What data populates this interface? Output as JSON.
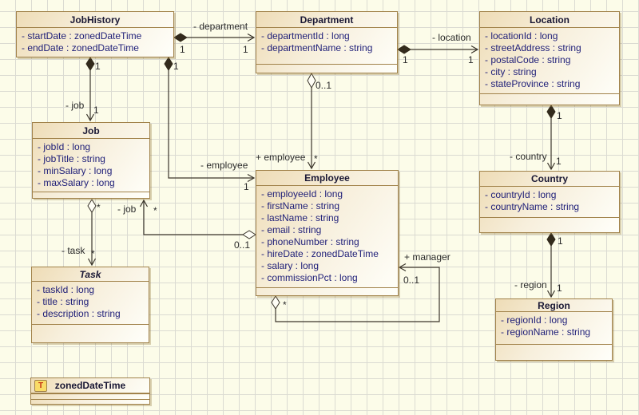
{
  "style": {
    "canvas_bg": "#fcfce9",
    "grid_line": "#dbdbd2",
    "box_border": "#a1824a",
    "box_fill_gradient_start": "#eedcb6",
    "box_fill_gradient_end": "#fffffa",
    "title_color": "#191734",
    "attribute_color": "#1e1e78",
    "connector_color": "#3c362c",
    "datatype_icon_bg": "#f9dc67",
    "datatype_icon_color": "#c42f11"
  },
  "classes": {
    "jobHistory": {
      "name": "JobHistory",
      "attributes": [
        "- startDate : zonedDateTime",
        "- endDate : zonedDateTime"
      ]
    },
    "department": {
      "name": "Department",
      "attributes": [
        "- departmentId : long",
        "- departmentName : string"
      ]
    },
    "location": {
      "name": "Location",
      "attributes": [
        "- locationId : long",
        "- streetAddress : string",
        "- postalCode : string",
        "- city : string",
        "- stateProvince : string"
      ]
    },
    "job": {
      "name": "Job",
      "attributes": [
        "- jobId : long",
        "- jobTitle : string",
        "- minSalary : long",
        "- maxSalary : long"
      ]
    },
    "employee": {
      "name": "Employee",
      "attributes": [
        "- employeeId : long",
        "- firstName : string",
        "- lastName : string",
        "- email : string",
        "- phoneNumber : string",
        "- hireDate : zonedDateTime",
        "- salary : long",
        "- commissionPct : long"
      ]
    },
    "country": {
      "name": "Country",
      "attributes": [
        "- countryId : long",
        "- countryName : string"
      ]
    },
    "region": {
      "name": "Region",
      "attributes": [
        "- regionId : long",
        "- regionName : string"
      ]
    },
    "task": {
      "name": "Task",
      "attributes": [
        "- taskId : long",
        "- title : string",
        "- description : string"
      ]
    },
    "zonedDateTime": {
      "name": "zonedDateTime",
      "icon": "T"
    }
  },
  "associations": {
    "jobHistory_department": {
      "role": "- department",
      "source_mult": "1",
      "target_mult": "1"
    },
    "department_location": {
      "role": "- location",
      "source_mult": "1",
      "target_mult": "1"
    },
    "jobHistory_job": {
      "role": "- job",
      "source_mult": "1",
      "target_mult": "1"
    },
    "jobHistory_employee": {
      "role": "- employee",
      "source_mult": "1",
      "target_mult": "1"
    },
    "department_employee": {
      "role": "+ employee",
      "source_mult": "0..1",
      "target_mult": "*"
    },
    "employee_job": {
      "role": "- job",
      "source_mult": "0..1",
      "target_mult": "*"
    },
    "job_task": {
      "role": "- task",
      "source_mult": "*",
      "target_mult": "*"
    },
    "location_country": {
      "role": "- country",
      "source_mult": "1",
      "target_mult": "1"
    },
    "country_region": {
      "role": "- region",
      "source_mult": "1",
      "target_mult": "1"
    },
    "employee_manager": {
      "role": "+ manager",
      "source_mult": "*",
      "target_mult": "0..1"
    }
  }
}
